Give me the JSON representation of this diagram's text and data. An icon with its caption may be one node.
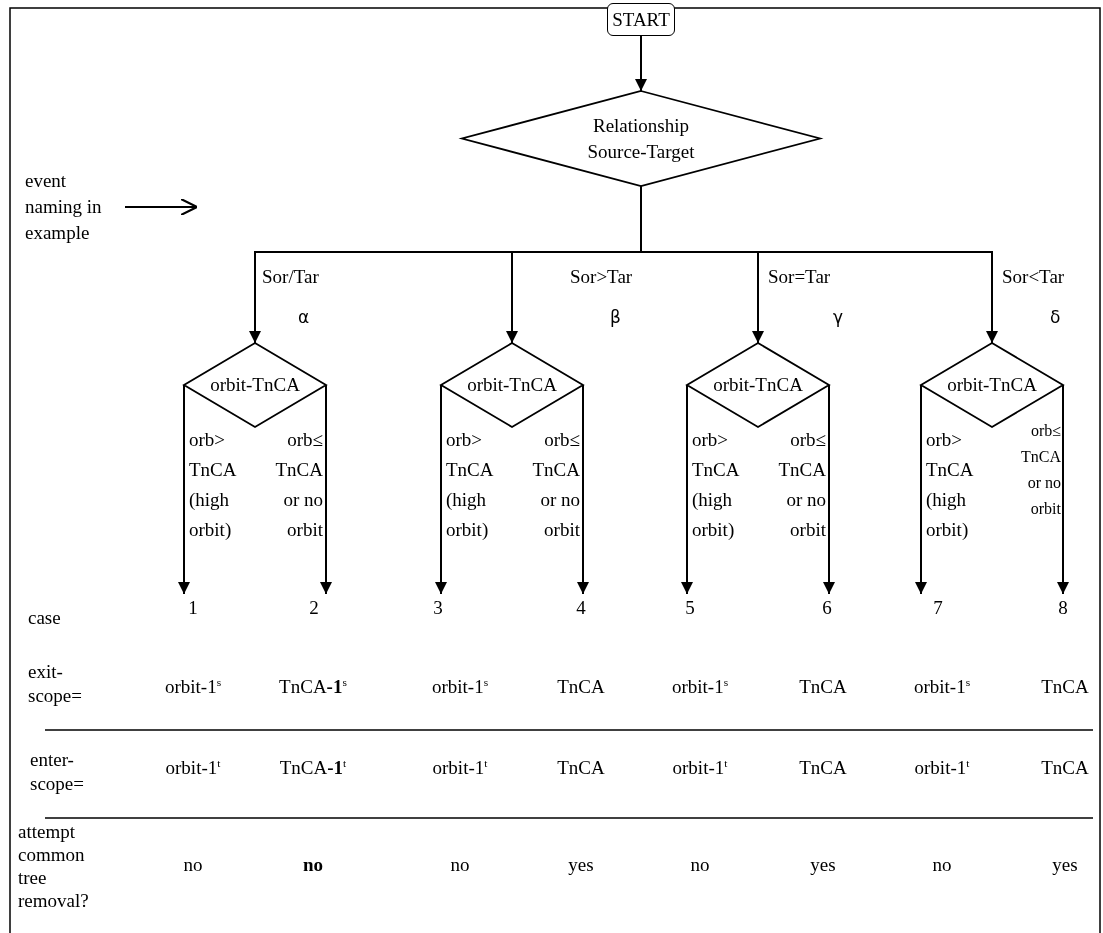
{
  "diagram": {
    "nodes": [
      {
        "text": [
          "START"
        ]
      },
      {
        "text": [
          "Relationship Source-Target"
        ]
      },
      {
        "text": [
          "event naming in example"
        ]
      },
      {
        "text": [
          "orbit-TnCA"
        ]
      },
      {
        "text": [
          "orbit-TnCA"
        ]
      },
      {
        "text": [
          "orbit-TnCA"
        ]
      },
      {
        "text": [
          "orbit-TnCA"
        ]
      },
      {
        "text": [
          "1"
        ]
      },
      {
        "text": [
          "2"
        ]
      },
      {
        "text": [
          "3"
        ]
      },
      {
        "text": [
          "4"
        ]
      },
      {
        "text": [
          "5"
        ]
      },
      {
        "text": [
          "6"
        ]
      },
      {
        "text": [
          "7"
        ]
      },
      {
        "text": [
          "8"
        ]
      }
    ],
    "edges": [
      {
        "from": 0,
        "to": 1,
        "arrow": "to"
      },
      {
        "from": 1,
        "to": 3,
        "arrow": "to",
        "label": "Sor/Tar"
      },
      {
        "from": 1,
        "to": 4,
        "arrow": "to",
        "label": "Sor>Tar"
      },
      {
        "from": 1,
        "to": 5,
        "arrow": "to",
        "label": "Sor=Tar"
      },
      {
        "from": 1,
        "to": 6,
        "arrow": "to",
        "label": "Sor<Tar"
      },
      {
        "from": 3,
        "to": 7,
        "arrow": "to",
        "label": "orb> TnCA (high orbit)"
      },
      {
        "from": 3,
        "to": 8,
        "arrow": "to",
        "label": "orb≤ TnCA or no orbit"
      },
      {
        "from": 4,
        "to": 9,
        "arrow": "to",
        "label": "orb> TnCA (high orbit)"
      },
      {
        "from": 4,
        "to": 10,
        "arrow": "to",
        "label": "orb≤ TnCA or no orbit"
      },
      {
        "from": 5,
        "to": 11,
        "arrow": "to",
        "label": "orb> TnCA (high orbit)"
      },
      {
        "from": 5,
        "to": 12,
        "arrow": "to",
        "label": "orb≤ TnCA or no orbit"
      },
      {
        "from": 6,
        "to": 13,
        "arrow": "to",
        "label": "orb> TnCA (high orbit)"
      },
      {
        "from": 6,
        "to": 14,
        "arrow": "to",
        "label": "orb≤ TnCA or no orbit"
      },
      {
        "from": 2,
        "to": null,
        "arrow": "to"
      }
    ],
    "labels": [
      "α",
      "β",
      "γ",
      "δ",
      "case",
      "exit-scope=",
      "orbit-1$^{s}$",
      "TnCA**-1**$^{s}$",
      "orbit-1$^{s}$",
      "TnCA",
      "orbit-1$^{s}$",
      "TnCA",
      "orbit-1$^{s}$",
      "TnCA",
      "enter-scope=",
      "orbit-1$^{t}$",
      "TnCA**-1**$^{t}$",
      "orbit-1$^{t}$",
      "TnCA",
      "orbit-1$^{t}$",
      "TnCA",
      "orbit-1$^{t}$",
      "TnCA",
      "attempt common tree removal?",
      "no",
      "no",
      "no",
      "yes",
      "no",
      "yes",
      "no",
      "yes"
    ]
  }
}
